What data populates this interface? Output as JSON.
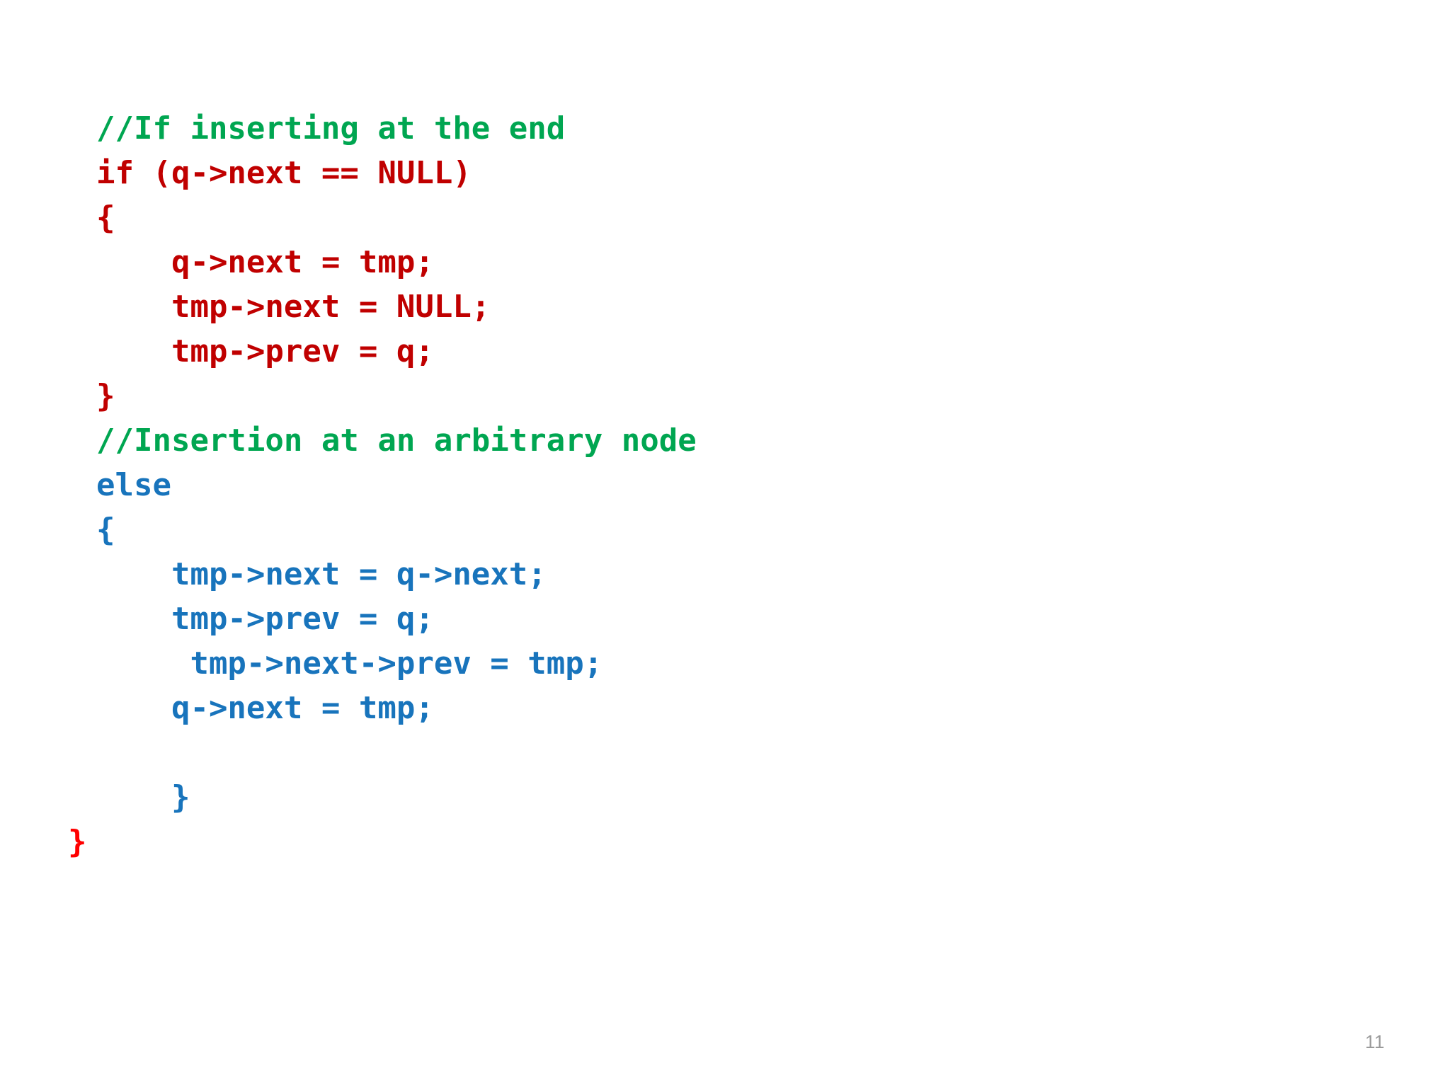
{
  "slide": {
    "page_number": "11",
    "background_color": "#FFFFFF",
    "colors": {
      "comment_green": "#00A651",
      "code_dark_red": "#C00000",
      "code_blue": "#1874BC",
      "closing_brace_red": "#FF0000",
      "page_number_gray": "#9A9A9A"
    },
    "code": {
      "lines": [
        {
          "text": "//If inserting at the end",
          "color": "green",
          "indent": 0
        },
        {
          "text": "if (q->next == NULL)",
          "color": "darkred",
          "indent": 0
        },
        {
          "text": "{",
          "color": "darkred",
          "indent": 0
        },
        {
          "text": "    q->next = tmp;",
          "color": "darkred",
          "indent": 1
        },
        {
          "text": "    tmp->next = NULL;",
          "color": "darkred",
          "indent": 1
        },
        {
          "text": "    tmp->prev = q;",
          "color": "darkred",
          "indent": 1
        },
        {
          "text": "}",
          "color": "darkred",
          "indent": 0
        },
        {
          "text": "//Insertion at an arbitrary node",
          "color": "green",
          "indent": 0
        },
        {
          "text": "else",
          "color": "blue",
          "indent": 0
        },
        {
          "text": "{",
          "color": "blue",
          "indent": 0
        },
        {
          "text": "    tmp->next = q->next;",
          "color": "blue",
          "indent": 1
        },
        {
          "text": "    tmp->prev = q;",
          "color": "blue",
          "indent": 1
        },
        {
          "text": "     tmp->next->prev = tmp;",
          "color": "blue",
          "indent": 1
        },
        {
          "text": "    q->next = tmp;",
          "color": "blue",
          "indent": 1
        },
        {
          "text": "",
          "color": "blue",
          "indent": 0
        },
        {
          "text": "    }",
          "color": "blue",
          "indent": 1
        },
        {
          "text": "}",
          "color": "red",
          "indent": -1
        }
      ]
    }
  }
}
